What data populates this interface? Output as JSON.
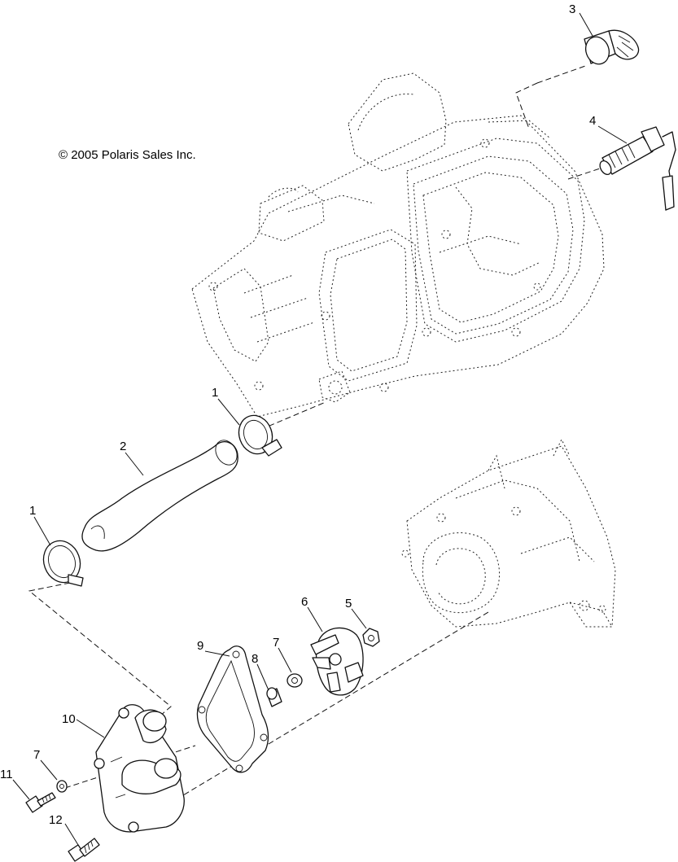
{
  "copyright": "© 2005 Polaris Sales Inc.",
  "callouts": {
    "c1a": "1",
    "c1b": "1",
    "c2": "2",
    "c3": "3",
    "c4": "4",
    "c5": "5",
    "c6": "6",
    "c7a": "7",
    "c7b": "7",
    "c8": "8",
    "c9": "9",
    "c10": "10",
    "c11": "11",
    "c12": "12"
  }
}
